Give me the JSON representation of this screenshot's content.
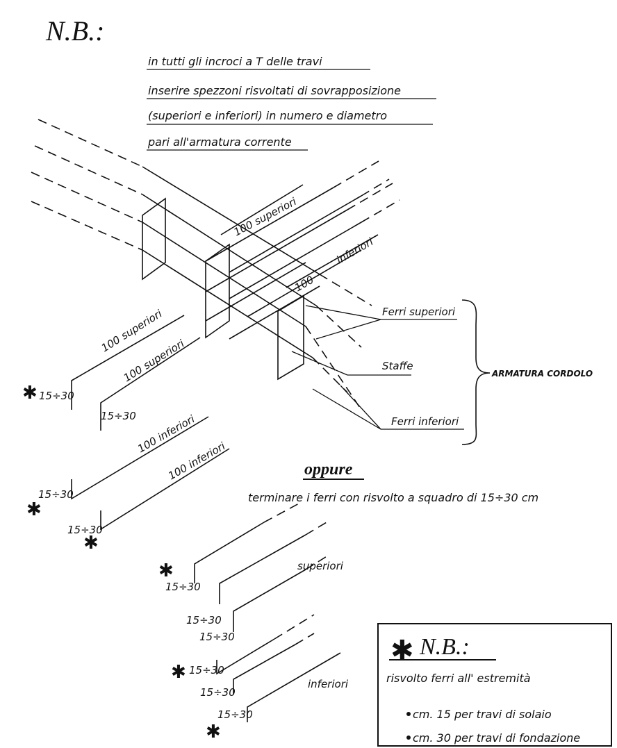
{
  "nb_title": "N.B.:",
  "intro_lines": [
    "in tutti gli incroci  a T delle travi",
    "inserire spezzoni risvoltati di sovrapposizione",
    "(superiori e inferiori) in numero e diametro",
    "pari all'armatura corrente"
  ],
  "labels": {
    "top_sup": "100  superiori",
    "top_inf": "inferiori",
    "top_100": "100",
    "ferri_superiori": "Ferri superiori",
    "staffe": "Staffe",
    "ferri_inferiori": "Ferri inferiori",
    "armatura_cordolo": "ARMATURA CORDOLO",
    "left_sup_1": "100  superiori",
    "left_sup_2": "100  superiori",
    "left_inf_1": "100  inferiori",
    "left_inf_2": "100  inferiori",
    "hook_1": "15÷30",
    "hook_2": "15÷30",
    "hook_3": "15÷30",
    "hook_4": "15÷30",
    "oppure": "oppure",
    "terminare": "terminare i ferri con risvolto a squadro di 15÷30 cm",
    "alt_superiori": "superiori",
    "alt_inferiori": "inferiori",
    "alt_hook_1": "15÷30",
    "alt_hook_2": "15÷30",
    "alt_hook_3": "15÷30",
    "alt_hook_4": "15÷30",
    "alt_hook_5": "15÷30",
    "alt_hook_6": "15÷30",
    "asterisk": "✱"
  },
  "note_box": {
    "title": "N.B.:",
    "subtitle": "risvolto ferri all' estremità",
    "items": [
      "cm. 15 per travi di solaio",
      "cm. 30 per travi di fondazione"
    ]
  }
}
